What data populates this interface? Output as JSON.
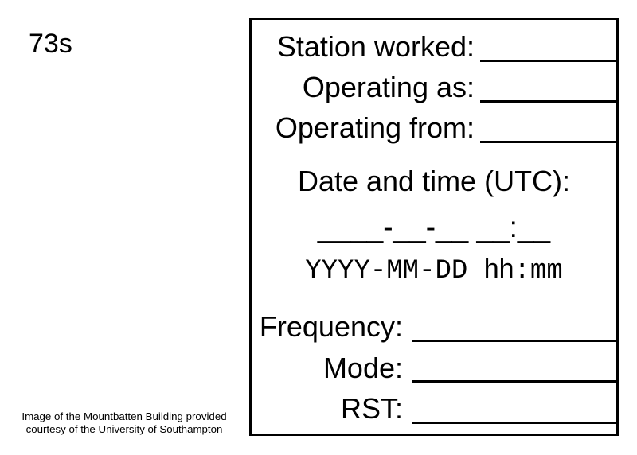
{
  "colors": {
    "ink": "#000000",
    "paper": "#ffffff"
  },
  "card": {
    "corner_text": "73s",
    "qso_box": {
      "top_fields": [
        {
          "id": "station-worked",
          "label": "Station worked:"
        },
        {
          "id": "operating-as",
          "label": "Operating as:"
        },
        {
          "id": "operating-from",
          "label": "Operating from:"
        }
      ],
      "datetime": {
        "heading": "Date and time (UTC):",
        "blank": "____-__-__ __:__",
        "format_date": "YYYY-MM-DD ",
        "format_hours": "hh",
        "format_minutes": ":mm"
      },
      "bottom_fields": [
        {
          "id": "frequency",
          "label": "Frequency:"
        },
        {
          "id": "mode",
          "label": "Mode:"
        },
        {
          "id": "rst",
          "label": "RST:"
        }
      ]
    },
    "credit": {
      "line1": "Image of the Mountbatten Building provided",
      "line2": "courtesy of the University of Southampton"
    }
  }
}
